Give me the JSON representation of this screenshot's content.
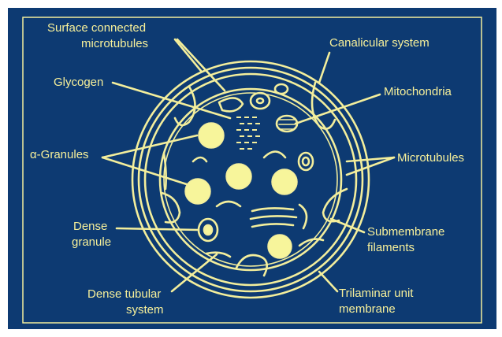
{
  "colors": {
    "background": "#0d3a72",
    "line": "#f3ee9c",
    "granule_fill": "#f7f59b",
    "border": "#f3ee9c"
  },
  "labels": {
    "surface_connected_1": "Surface connected",
    "surface_connected_2": "microtubules",
    "glycogen": "Glycogen",
    "alpha_granules": "α-Granules",
    "dense_granule_1": "Dense",
    "dense_granule_2": "granule",
    "dense_tubular_1": "Dense tubular",
    "dense_tubular_2": "system",
    "canalicular_system": "Canalicular system",
    "mitochondria": "Mitochondria",
    "microtubules": "Microtubules",
    "submembrane_1": "Submembrane",
    "submembrane_2": "filaments",
    "trilaminar_1": "Trilaminar unit",
    "trilaminar_2": "membrane"
  }
}
